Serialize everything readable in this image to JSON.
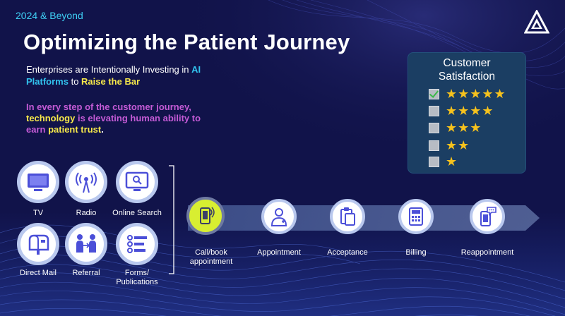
{
  "header": {
    "kicker": "2024 & Beyond",
    "title": "Optimizing the Patient Journey"
  },
  "subtitle": {
    "p1": "Enterprises are Intentionally Investing in ",
    "p2": "AI Platforms",
    "p3": " to ",
    "p4": "Raise the Bar"
  },
  "tagline": {
    "p1": "In every step of the customer journey, ",
    "p2": "technology",
    "p3": " is elevating human ability to earn ",
    "p4": "patient trust",
    "p5": "."
  },
  "satisfaction": {
    "title_line1": "Customer",
    "title_line2": "Satisfaction",
    "ratings": [
      {
        "stars": "★★★★★",
        "checked": true
      },
      {
        "stars": "★★★★",
        "checked": false
      },
      {
        "stars": "★★★",
        "checked": false
      },
      {
        "stars": "★★",
        "checked": false
      },
      {
        "stars": "★",
        "checked": false
      }
    ]
  },
  "channels": [
    {
      "label": "TV",
      "icon": "tv-icon"
    },
    {
      "label": "Radio",
      "icon": "radio-tower-icon"
    },
    {
      "label": "Online Search",
      "icon": "monitor-search-icon"
    },
    {
      "label": "Direct Mail",
      "icon": "mailbox-icon"
    },
    {
      "label": "Referral",
      "icon": "people-referral-icon"
    },
    {
      "label": "Forms/",
      "label2": "Publications",
      "icon": "forms-list-icon"
    }
  ],
  "journey": [
    {
      "label": "Call/book",
      "label2": "appointment",
      "icon": "phone-call-icon"
    },
    {
      "label": "Appointment",
      "icon": "doctor-icon"
    },
    {
      "label": "Acceptance",
      "icon": "clipboard-icon"
    },
    {
      "label": "Billing",
      "icon": "calculator-icon"
    },
    {
      "label": "Reappointment",
      "icon": "phone-message-icon"
    }
  ],
  "colors": {
    "background": "#11134a",
    "accent_cyan": "#32c3ee",
    "accent_yellow": "#f6e84a",
    "accent_magenta": "#c45bd6",
    "active_step": "#d8ee31",
    "star": "#f6c21d"
  }
}
